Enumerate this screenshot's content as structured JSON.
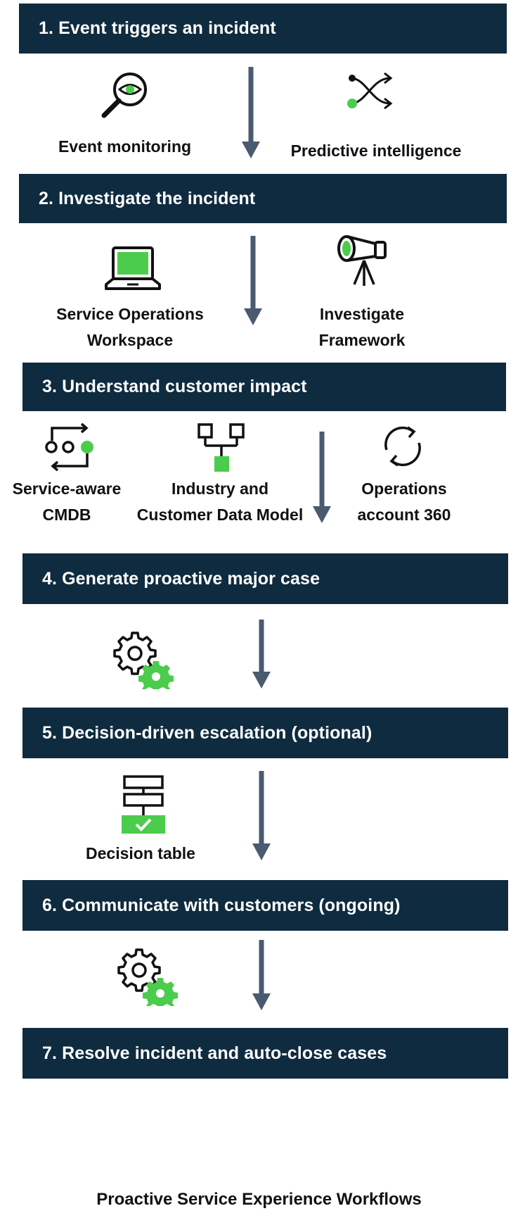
{
  "steps": [
    "1. Event triggers an incident",
    "2. Investigate the incident",
    "3. Understand customer impact",
    "4. Generate proactive major case",
    "5. Decision-driven escalation (optional)",
    "6. Communicate with customers (ongoing)",
    "7. Resolve incident and auto-close cases"
  ],
  "tools": {
    "event_monitoring": "Event monitoring",
    "predictive_intelligence": "Predictive intelligence",
    "service_operations_workspace": [
      "Service Operations",
      "Workspace"
    ],
    "investigate_framework": [
      "Investigate",
      "Framework"
    ],
    "service_aware_cmdb": [
      "Service-aware",
      "CMDB"
    ],
    "industry_data_model": [
      "Industry and",
      "Customer Data Model"
    ],
    "operations_account_360": [
      "Operations",
      "account 360"
    ],
    "decision_table": "Decision table"
  },
  "caption": "Proactive Service Experience Workflows",
  "colors": {
    "bar": "#0f2b3f",
    "accent_green": "#4ccc4c",
    "arrow": "#4a5a70"
  },
  "icons": [
    "magnifier-eye-icon",
    "shuffle-arrows-icon",
    "laptop-icon",
    "telescope-icon",
    "cmdb-cycle-icon",
    "hierarchy-icon",
    "refresh-cycle-icon",
    "gears-icon",
    "decision-table-icon",
    "gears-icon"
  ]
}
